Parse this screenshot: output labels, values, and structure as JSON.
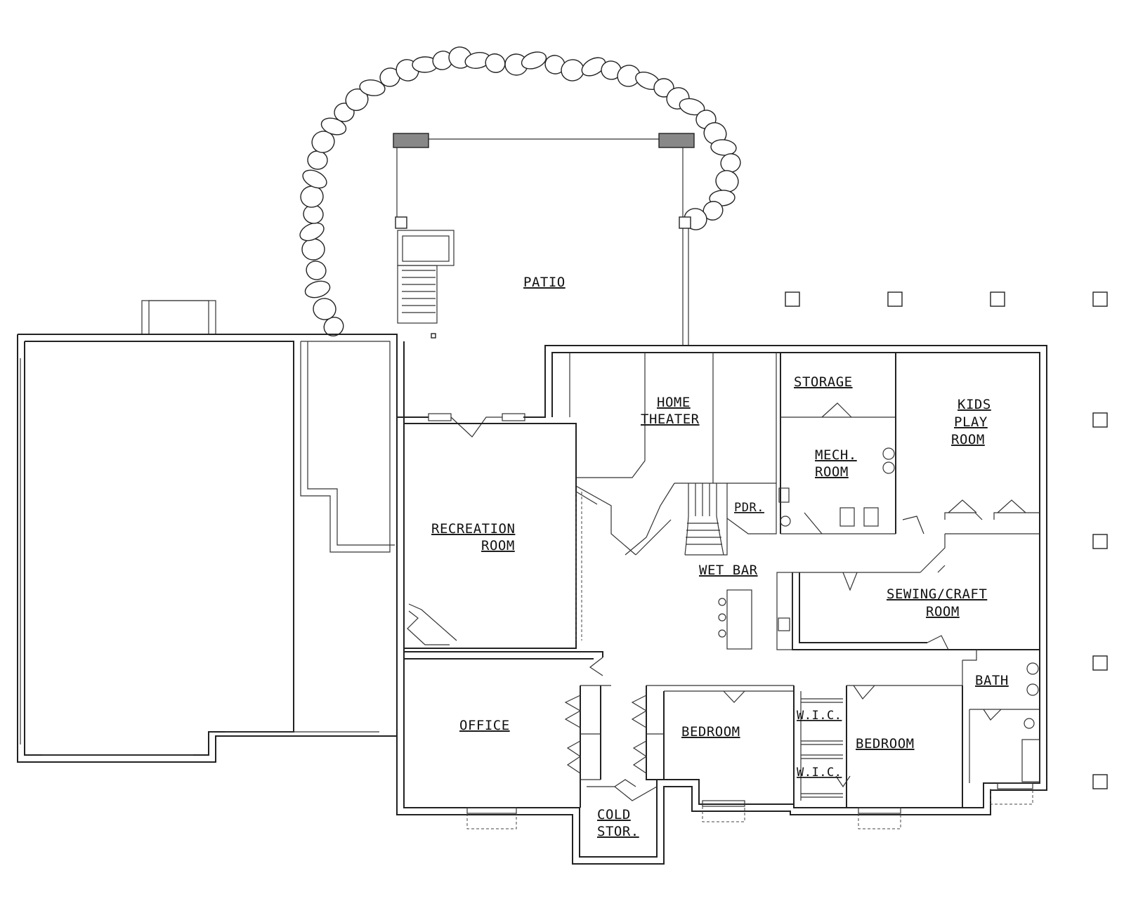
{
  "plan": {
    "rooms": {
      "patio": "PATIO",
      "storage": "STORAGE",
      "home_theater": [
        "HOME",
        "THEATER"
      ],
      "kids_play_room": [
        "KIDS",
        "PLAY",
        "ROOM"
      ],
      "mech_room": [
        "MECH.",
        "ROOM"
      ],
      "pdr": "PDR.",
      "recreation_room": [
        "RECREATION",
        "ROOM"
      ],
      "wet_bar": "WET BAR",
      "sewing_craft_room": [
        "SEWING/CRAFT",
        "ROOM"
      ],
      "bath": "BATH",
      "office": "OFFICE",
      "bedroom_1": "BEDROOM",
      "wic_1": "W.I.C.",
      "wic_2": "W.I.C.",
      "bedroom_2": "BEDROOM",
      "cold_storage": [
        "COLD",
        "STOR."
      ]
    },
    "line_color": "#222222"
  }
}
